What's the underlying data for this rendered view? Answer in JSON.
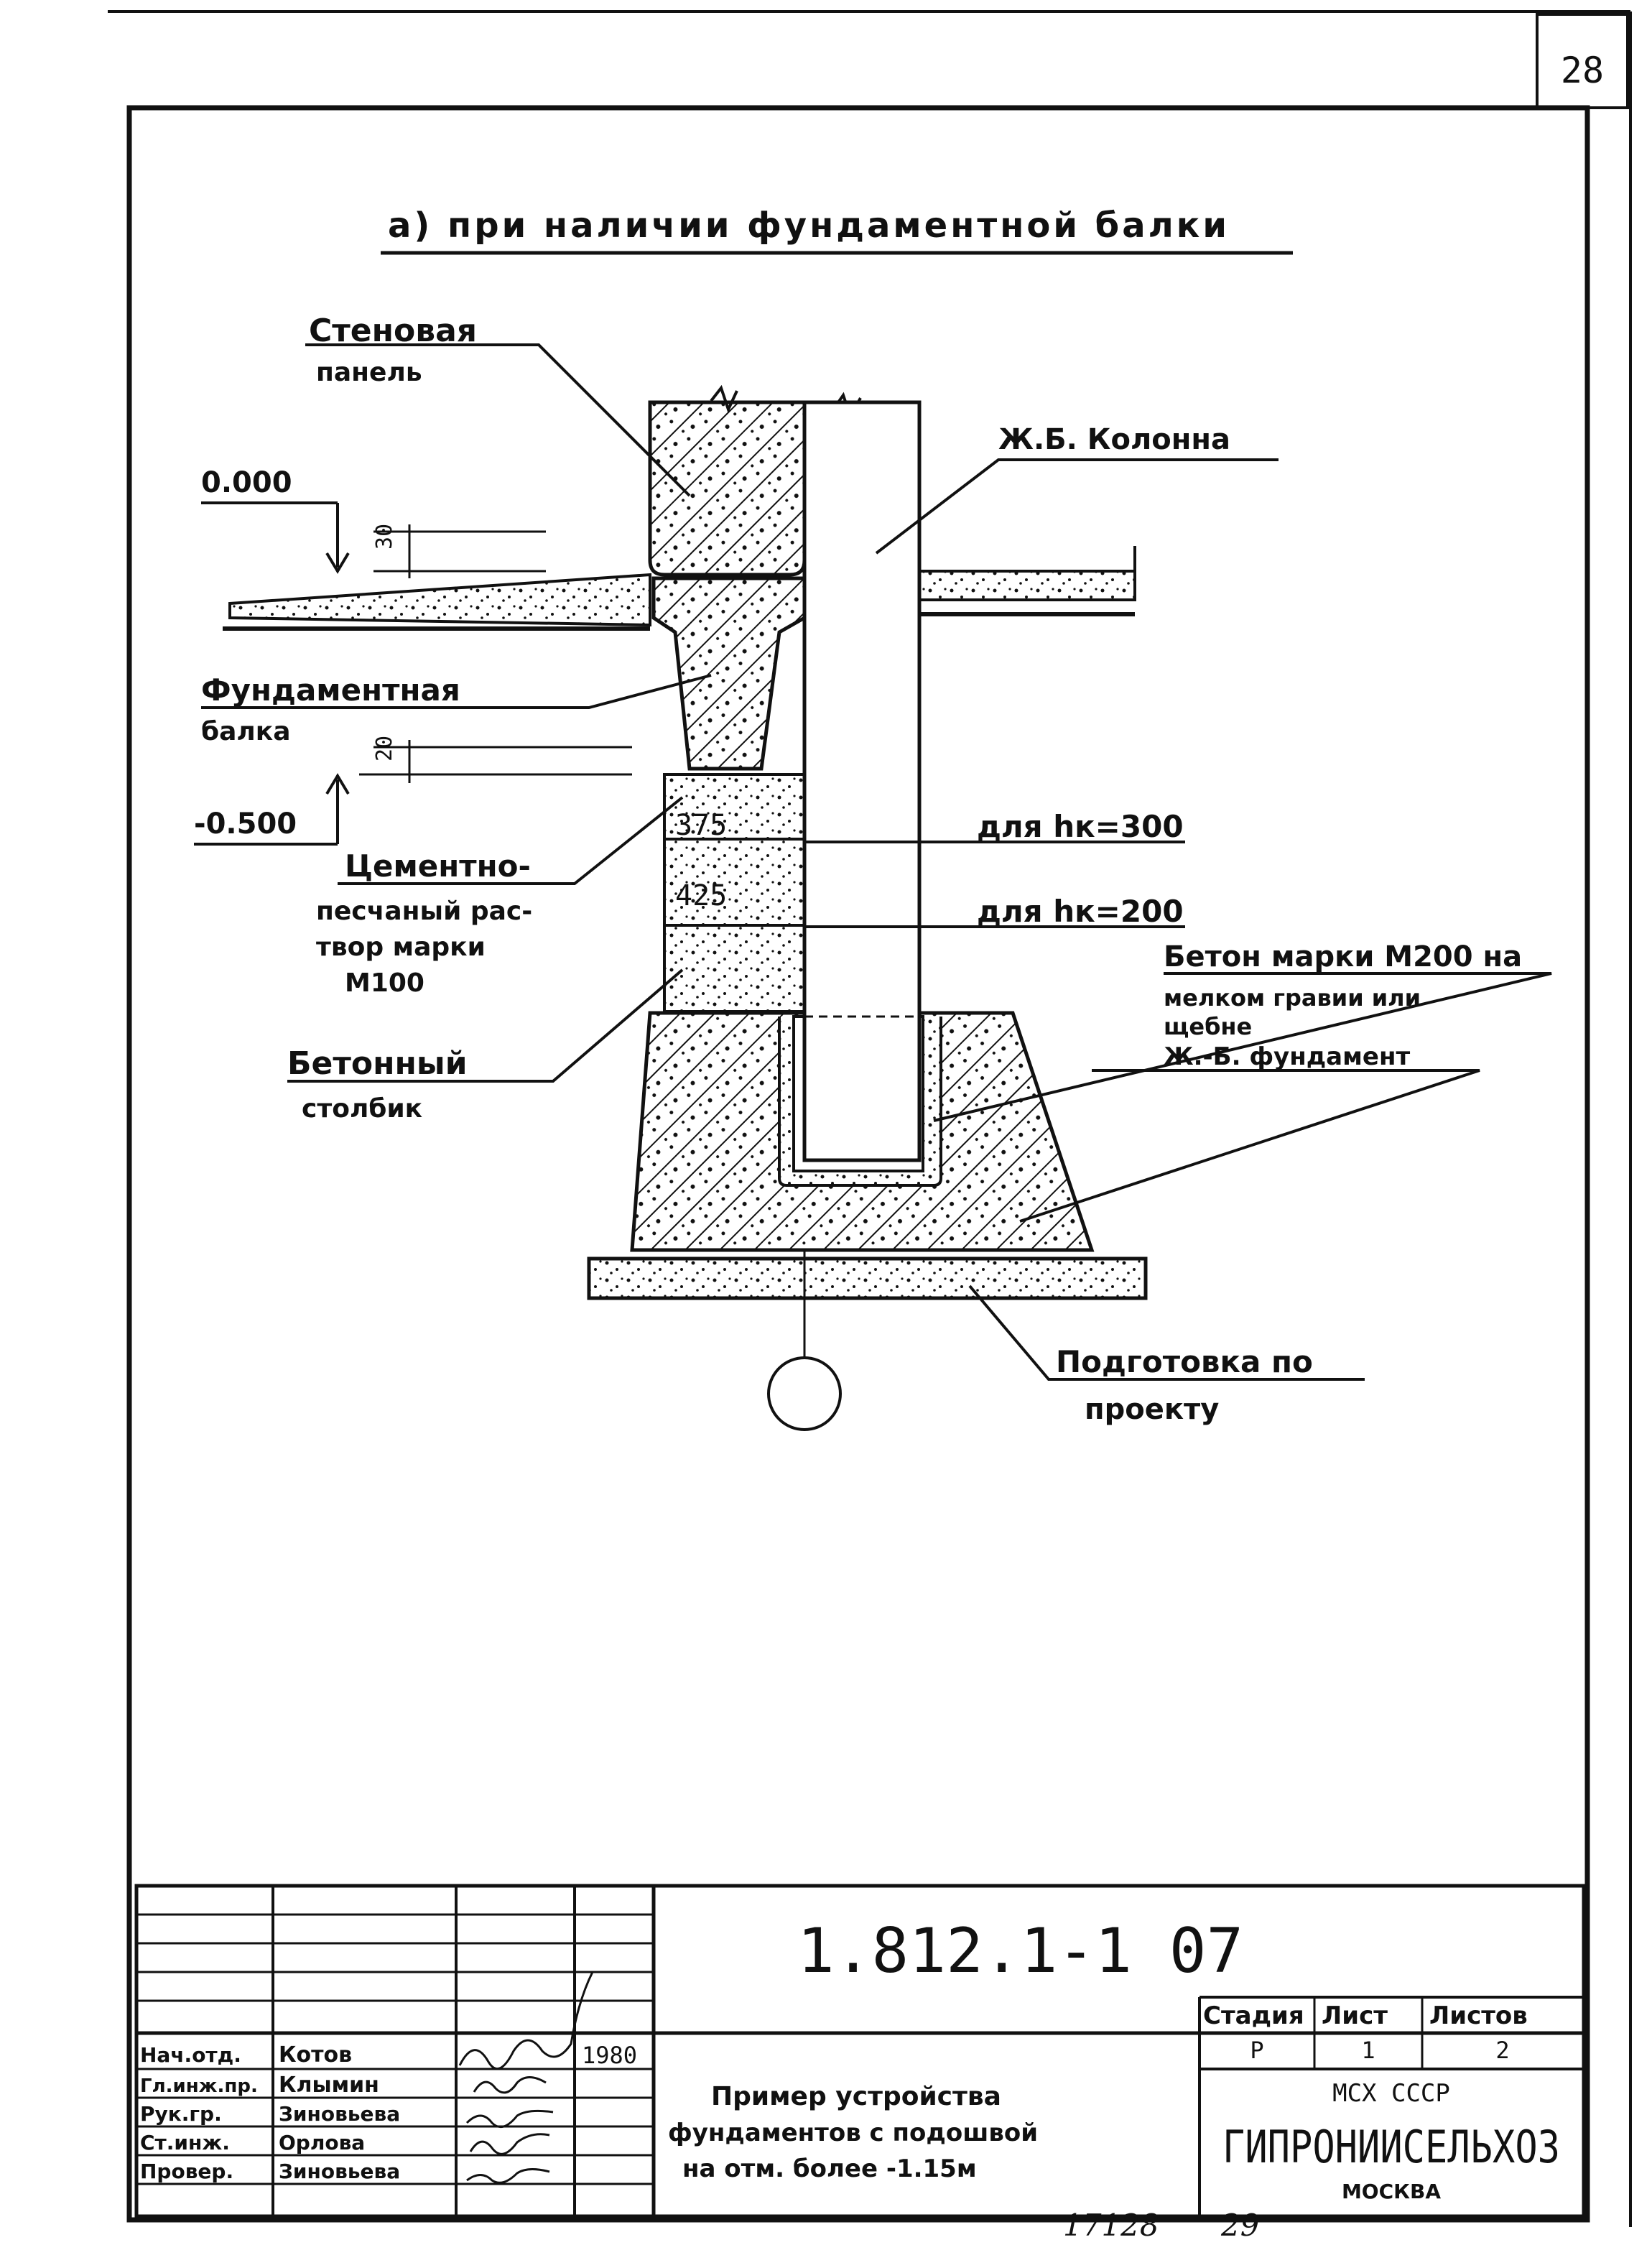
{
  "sheet_number": "28",
  "heading": "а) при наличии фундаментной балки",
  "labels": {
    "wall_panel_1": "Стеновая",
    "wall_panel_2": "панель",
    "column": "Ж.Б. Колонна",
    "mark_000": "0.000",
    "dim_30": "30",
    "beam_1": "Фундаментная",
    "beam_2": "балка",
    "dim_20": "20",
    "mark_minus": "-0.500",
    "mortar_1": "Цементно-",
    "mortar_2": "песчаный рас-",
    "mortar_3": "твор марки",
    "mortar_4": "М100",
    "dim_375": "375",
    "dim_425": "425",
    "for_hk300": "для hк=300",
    "for_hk200": "для hк=200",
    "concrete_1": "Бетон марки М200 на",
    "concrete_2": "мелком гравии или",
    "concrete_3": "щебне",
    "foundation": "Ж.-Б. фундамент",
    "post_1": "Бетонный",
    "post_2": "столбик",
    "prep_1": "Подготовка по",
    "prep_2": "проекту"
  },
  "title_block": {
    "doc_code": "1.812.1-1  07",
    "description_1": "Пример устройства",
    "description_2": "фундаментов с подошвой",
    "description_3": "на отм. более -1.15м",
    "stage_header": "Стадия",
    "sheet_header": "Лист",
    "sheets_header": "Листов",
    "stage": "Р",
    "sheet": "1",
    "sheets": "2",
    "org_1": "МСХ СССР",
    "org_2": "ГИПРОНИИСЕЛЬХОЗ",
    "org_3": "МОСКВА",
    "year": "1980",
    "roles": [
      "Нач.отд.",
      "Гл.инж.пр.",
      "Рук.гр.",
      "Ст.инж.",
      "Провер."
    ],
    "names": [
      "Котов",
      "Клымин",
      "Зиновьева",
      "Орлова",
      "Зиновьева"
    ]
  },
  "footer": {
    "inventory": "17128",
    "page": "29"
  }
}
